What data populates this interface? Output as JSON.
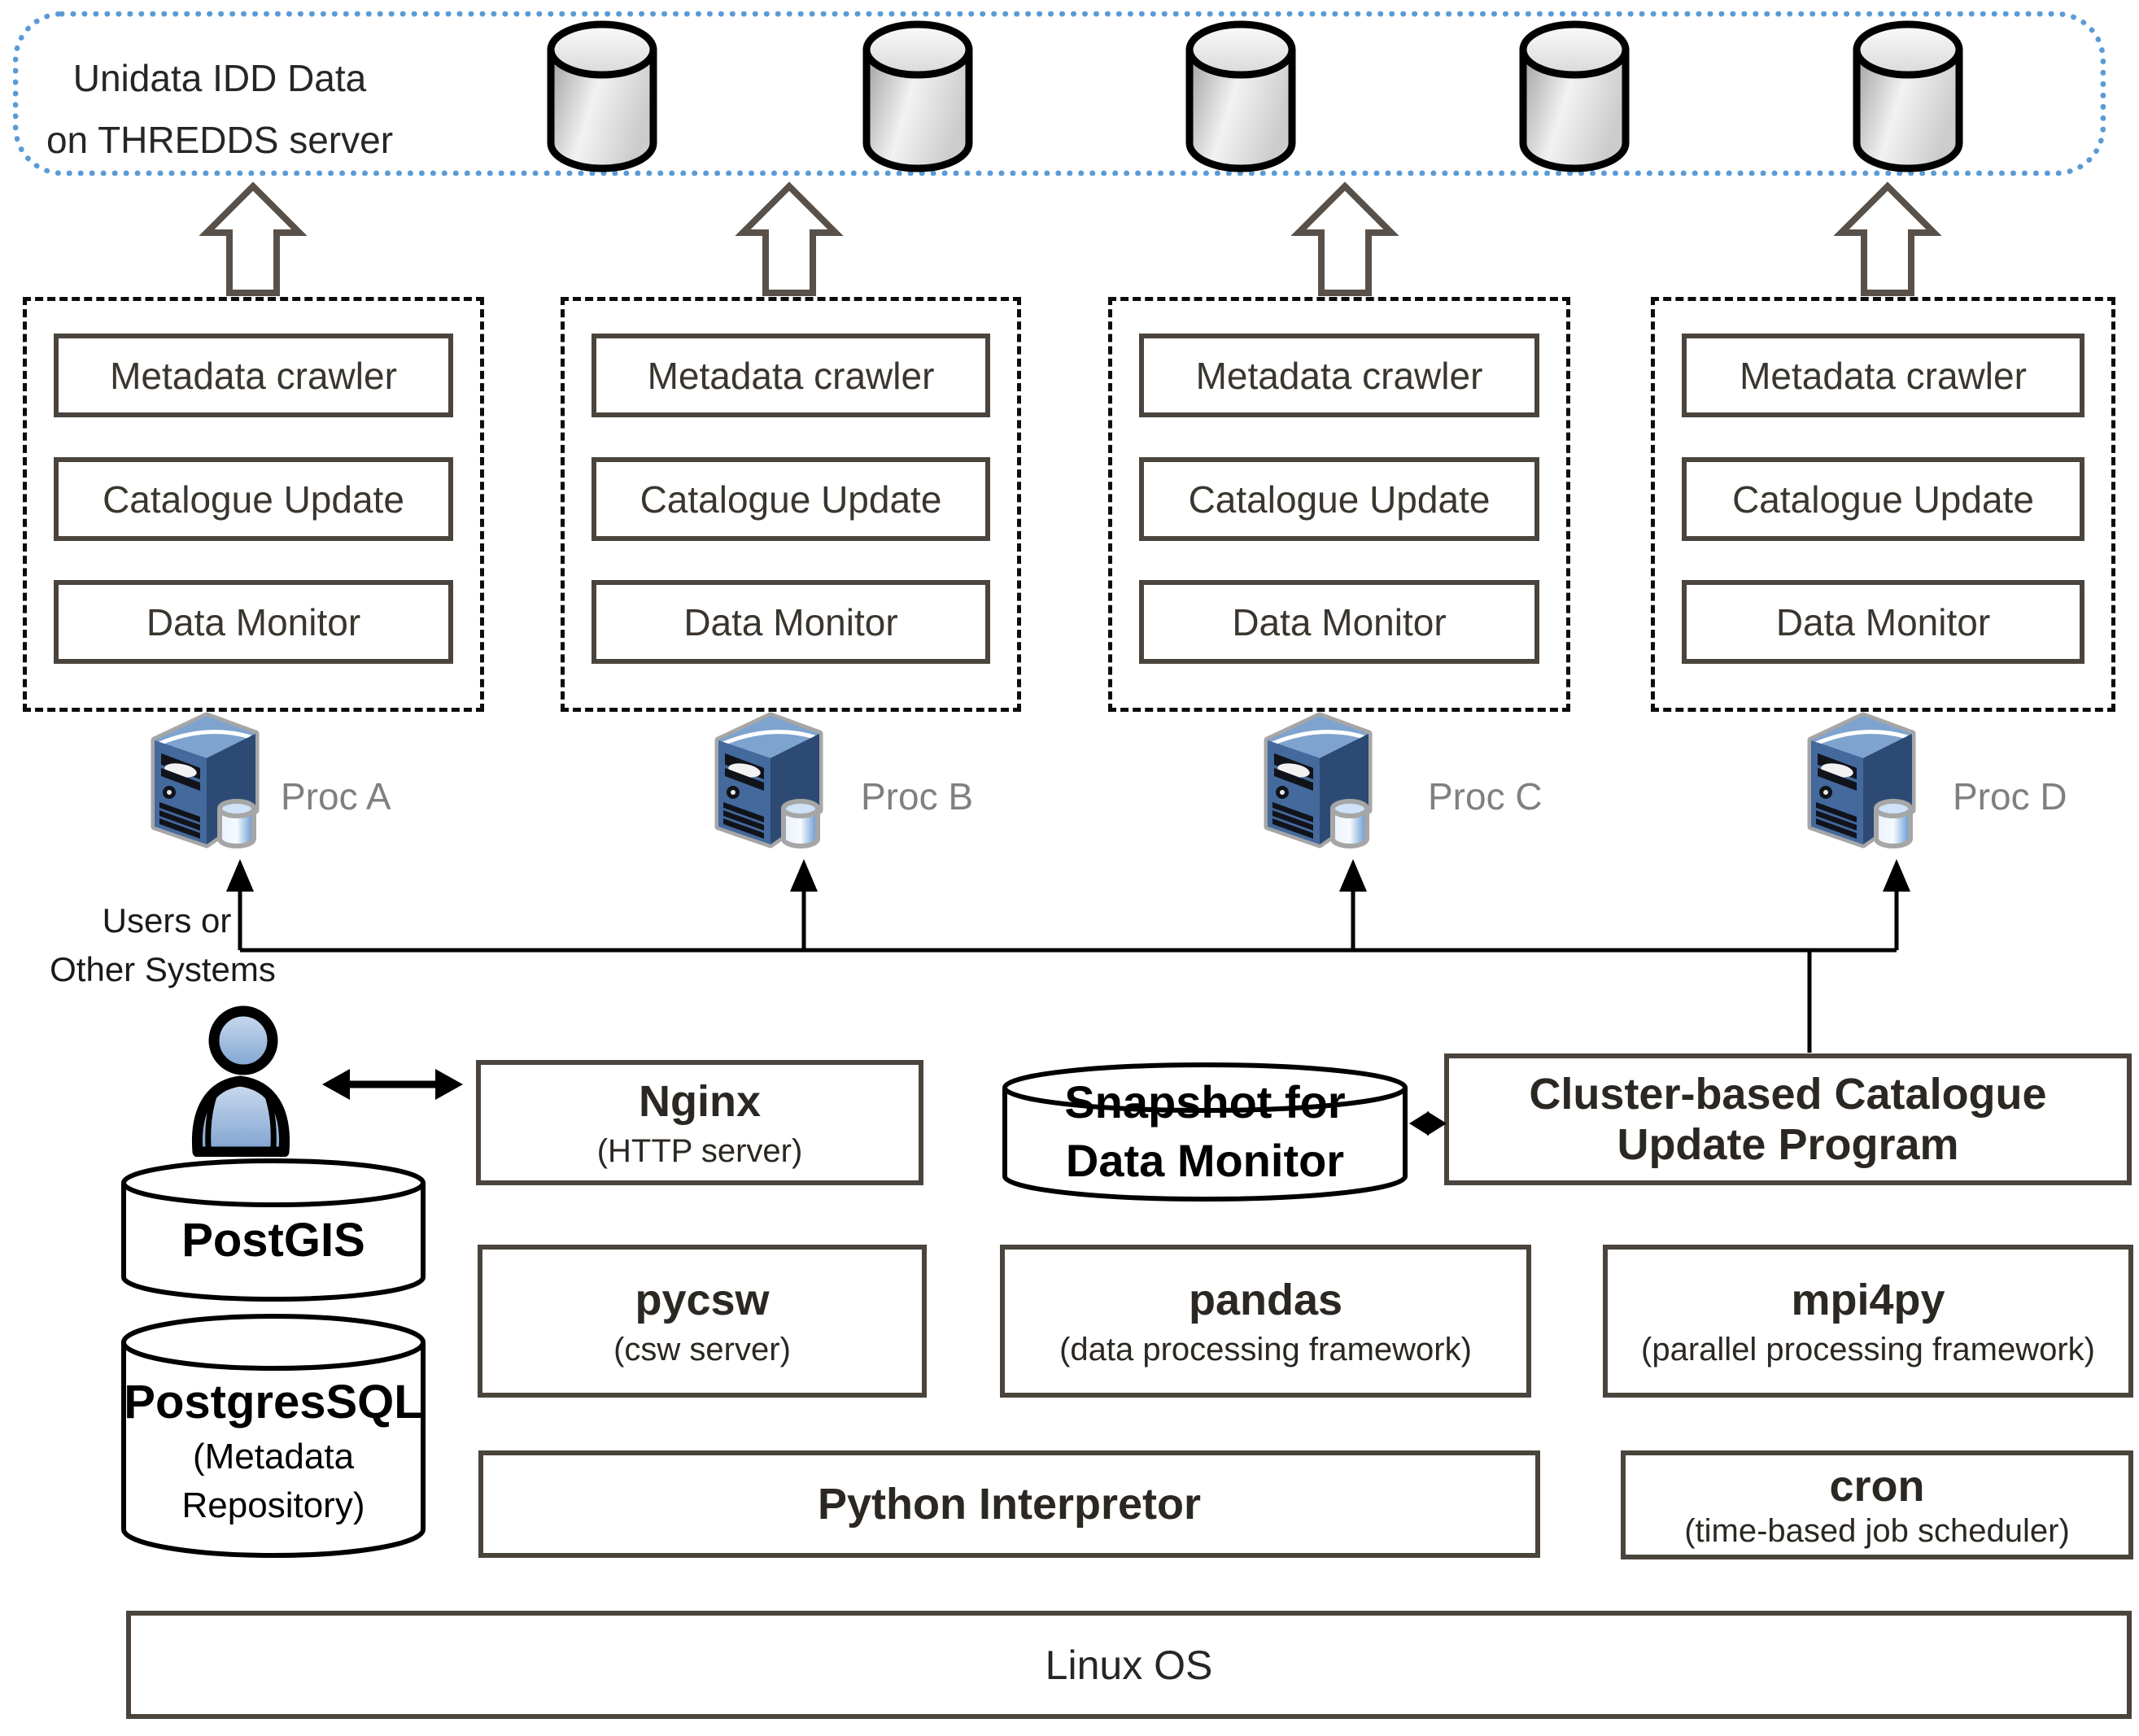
{
  "top_band": {
    "title_line1": "Unidata IDD Data",
    "title_line2": "on THREDDS server"
  },
  "pipeline_groups": [
    {
      "proc_label": "Proc A",
      "items": [
        "Metadata crawler",
        "Catalogue Update",
        "Data Monitor"
      ]
    },
    {
      "proc_label": "Proc B",
      "items": [
        "Metadata crawler",
        "Catalogue Update",
        "Data Monitor"
      ]
    },
    {
      "proc_label": "Proc C",
      "items": [
        "Metadata crawler",
        "Catalogue Update",
        "Data Monitor"
      ]
    },
    {
      "proc_label": "Proc D",
      "items": [
        "Metadata crawler",
        "Catalogue Update",
        "Data Monitor"
      ]
    }
  ],
  "users": {
    "line1": "Users or",
    "line2": "Other Systems"
  },
  "databases": {
    "postgis": {
      "title": "PostGIS"
    },
    "postgressql": {
      "title": "PostgresSQL",
      "subtitle_line1": "(Metadata",
      "subtitle_line2": "Repository)"
    },
    "snapshot": {
      "line1": "Snapshot for",
      "line2": "Data Monitor"
    }
  },
  "components": {
    "nginx": {
      "title": "Nginx",
      "subtitle": "(HTTP server)"
    },
    "cluster_program": {
      "line1": "Cluster-based Catalogue",
      "line2": "Update Program"
    },
    "pycsw": {
      "title": "pycsw",
      "subtitle": "(csw server)"
    },
    "pandas": {
      "title": "pandas",
      "subtitle": "(data processing framework)"
    },
    "mpi4py": {
      "title": "mpi4py",
      "subtitle": "(parallel processing framework)"
    },
    "python": {
      "title": "Python Interpretor"
    },
    "cron": {
      "title": "cron",
      "subtitle": "(time-based job scheduler)"
    },
    "linux": {
      "title": "Linux OS"
    }
  },
  "colors": {
    "accent_blue": "#5B9BD5",
    "box_border": "#4a443d",
    "arrow_outline": "#595149",
    "proc_label_gray": "#808080",
    "server_blue": "#3f6493",
    "person_blue": "#a9c4e4",
    "line_black": "#000000"
  }
}
